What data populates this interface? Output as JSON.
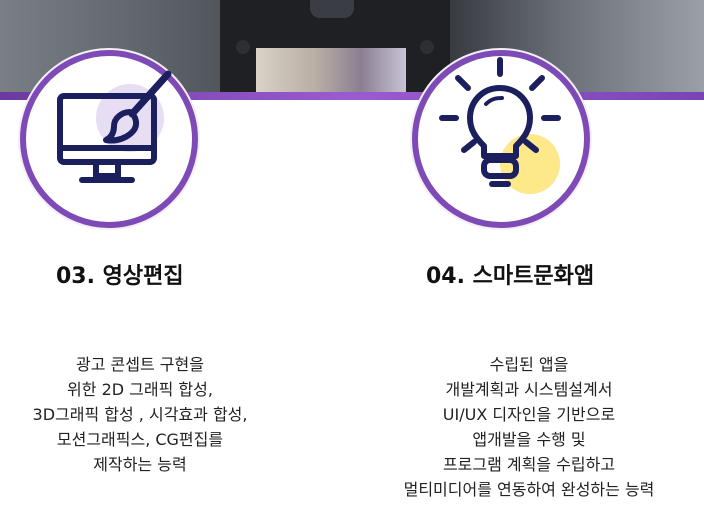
{
  "cards": [
    {
      "icon": "monitor-paintbrush-icon",
      "title": "03. 영상편집",
      "lines": [
        "광고 콘셉트 구현을",
        "위한 2D 그래픽 합성,",
        "3D그래픽 합성 , 시각효과 합성,",
        "모션그래픽스, CG편집를",
        "제작하는 능력"
      ]
    },
    {
      "icon": "lightbulb-icon",
      "title": "04. 스마트문화앱",
      "lines": [
        "수립된 앱을",
        "개발계획과 시스템설계서",
        "UI/UX 디자인을 기반으로",
        "앱개발을 수행 및",
        "프로그램 계획을 수립하고",
        "멀티미디어를 연동하여 완성하는 능력"
      ]
    }
  ],
  "colors": {
    "purple": "#7e4bb6",
    "navy": "#1b1f5e",
    "lavender": "#e7def3",
    "yellow": "#fde88a"
  }
}
